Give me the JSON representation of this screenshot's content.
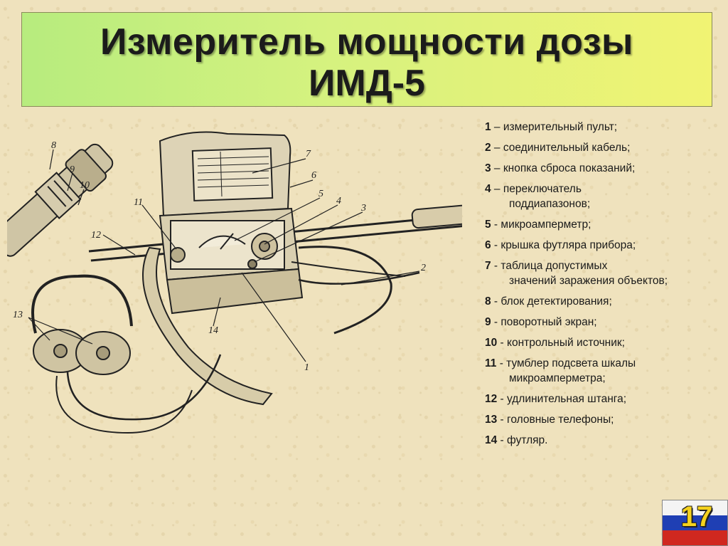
{
  "title": {
    "line1": "Измеритель мощности дозы",
    "line2": "ИМД-5"
  },
  "illustration": {
    "callouts": [
      "1",
      "2",
      "3",
      "4",
      "5",
      "6",
      "7",
      "8",
      "9",
      "10",
      "11",
      "12",
      "13",
      "14"
    ]
  },
  "legend": [
    {
      "num": "1",
      "sep": " – ",
      "text": "измерительный пульт;",
      "cont": ""
    },
    {
      "num": "2",
      "sep": " – ",
      "text": "соединительный кабель;",
      "cont": ""
    },
    {
      "num": "3",
      "sep": " – ",
      "text": "кнопка сброса показаний;",
      "cont": ""
    },
    {
      "num": "4",
      "sep": " – ",
      "text": "переключатель",
      "cont": "поддиапазонов;"
    },
    {
      "num": "5",
      "sep": " - ",
      "text": "микроамперметр;",
      "cont": ""
    },
    {
      "num": "6",
      "sep": " - ",
      "text": "крышка футляра прибора;",
      "cont": ""
    },
    {
      "num": "7",
      "sep": " - ",
      "text": "таблица допустимых",
      "cont": "значений заражения объектов;"
    },
    {
      "num": "8",
      "sep": " - ",
      "text": "блок детектирования;",
      "cont": ""
    },
    {
      "num": "9",
      "sep": " - ",
      "text": "поворотный экран;",
      "cont": ""
    },
    {
      "num": "10",
      "sep": " - ",
      "text": "контрольный источник;",
      "cont": ""
    },
    {
      "num": "11",
      "sep": " - ",
      "text": "тумблер подсвета шкалы",
      "cont": "микроамперметра;"
    },
    {
      "num": "12",
      "sep": " - ",
      "text": "удлинительная штанга;",
      "cont": ""
    },
    {
      "num": "13",
      "sep": " - ",
      "text": "головные телефоны;",
      "cont": ""
    },
    {
      "num": "14",
      "sep": " - ",
      "text": "футляр.",
      "cont": ""
    }
  ],
  "slide_number": "17",
  "colors": {
    "background": "#efe2bd",
    "title_gradient_start": "#b7ec7e",
    "title_gradient_end": "#f1f373",
    "page_number": "#f5d21e"
  }
}
